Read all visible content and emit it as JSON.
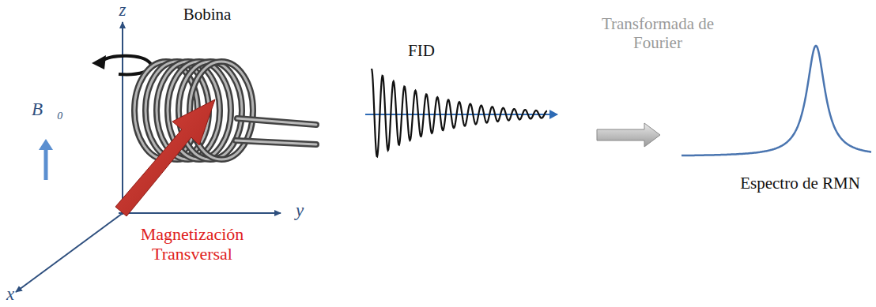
{
  "diagram": {
    "labels": [
      "z",
      "Bobina",
      "B⃗₀",
      "y",
      "x",
      "Magnetización Transversal",
      "FID",
      "Transformada de Fourier",
      "Espectro de RMN"
    ]
  }
}
